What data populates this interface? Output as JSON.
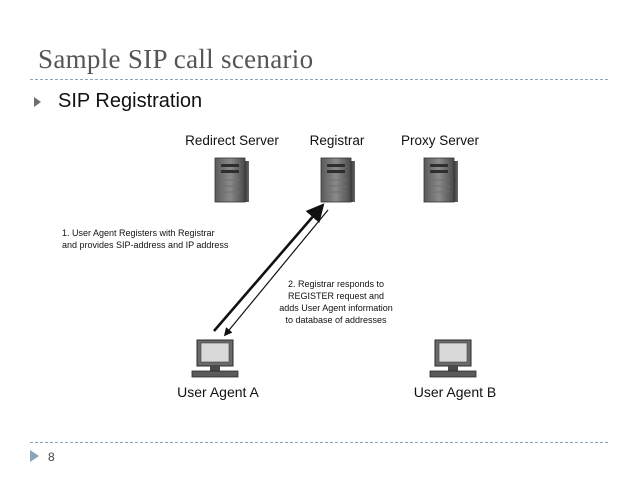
{
  "slide": {
    "title": "Sample SIP call scenario",
    "bullet": "SIP Registration",
    "page_number": "8"
  },
  "diagram": {
    "servers": [
      {
        "label": "Redirect Server"
      },
      {
        "label": "Registrar"
      },
      {
        "label": "Proxy Server"
      }
    ],
    "agents": [
      {
        "label": "User Agent A"
      },
      {
        "label": "User Agent B"
      }
    ],
    "step1": {
      "line1": "1. User Agent Registers with Registrar",
      "line2": "and provides SIP-address and IP address"
    },
    "step2": {
      "line1": "2. Registrar responds to",
      "line2": "REGISTER request and",
      "line3": "adds User Agent information",
      "line4": "to database of addresses"
    }
  }
}
